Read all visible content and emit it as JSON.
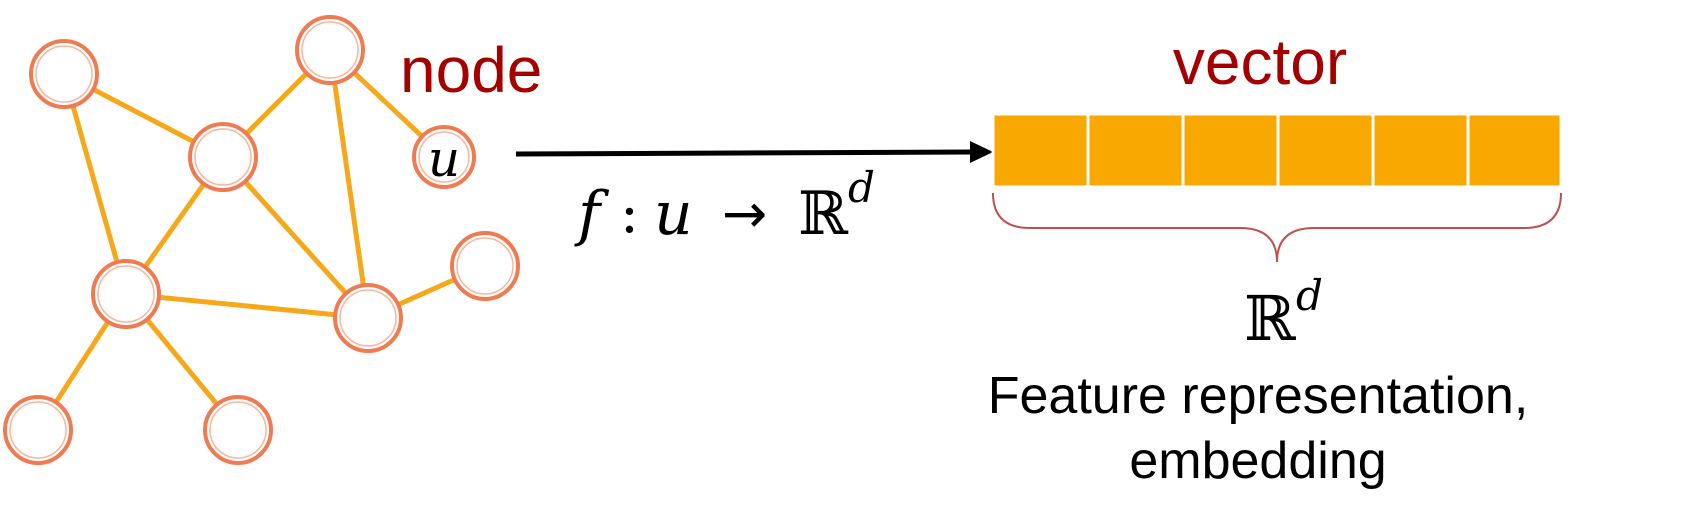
{
  "labels": {
    "node": "node",
    "vector": "vector",
    "node_u": "u",
    "mapping_f": "f",
    "mapping_colon": ":",
    "mapping_u": "u",
    "mapping_arrow": "→",
    "mapping_R": "ℝ",
    "mapping_d": "d",
    "space_R": "ℝ",
    "space_d": "d",
    "caption_line1": "Feature representation,",
    "caption_line2": "embedding"
  },
  "vector_cells": 6,
  "colors": {
    "title_red": "#a50000",
    "edge": "#f5a91a",
    "node_stroke": "#ee7b52",
    "cell_fill": "#f8a800",
    "brace": "#c0504d",
    "text": "#000000"
  }
}
